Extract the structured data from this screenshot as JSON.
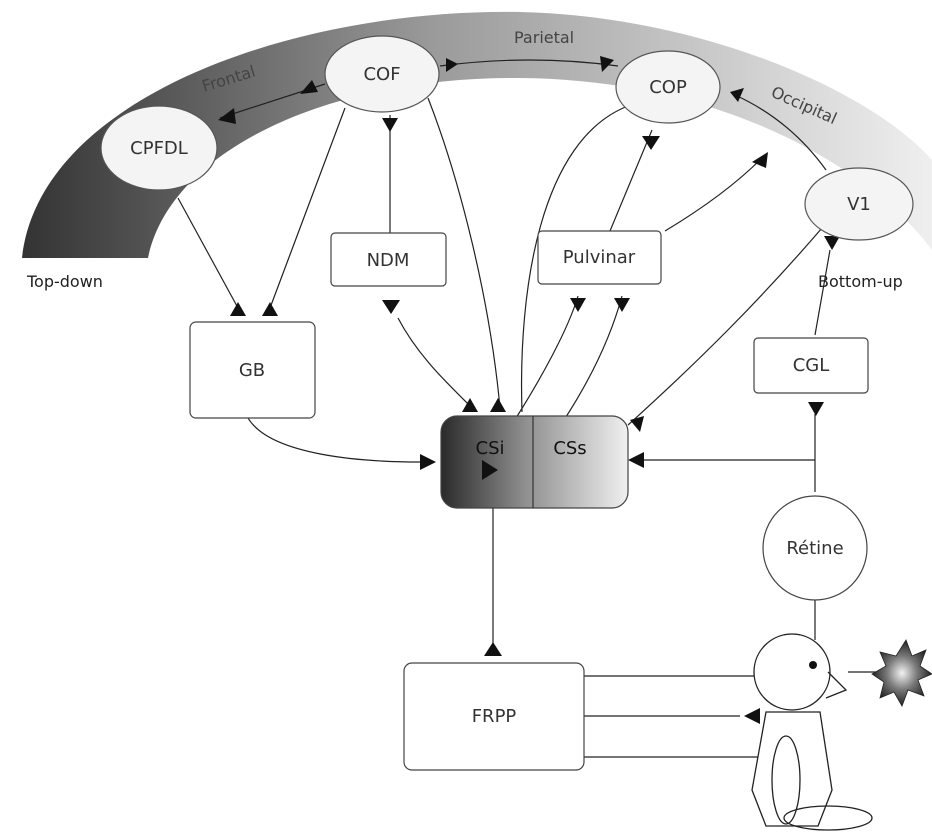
{
  "labels": {
    "top_down": "Top-down",
    "bottom_up": "Bottom-up"
  },
  "regions": {
    "frontal": "Frontal",
    "parietal": "Parietal",
    "occipital": "Occipital"
  },
  "nodes": {
    "cpfdl": "CPFDL",
    "cof": "COF",
    "cop": "COP",
    "v1": "V1",
    "ndm": "NDM",
    "pulvinar": "Pulvinar",
    "gb": "GB",
    "cgl": "CGL",
    "csi": "CSi",
    "css": "CSs",
    "retine": "Rétine",
    "frpp": "FRPP"
  },
  "colors": {
    "arc_dark": "#3a3a3a",
    "arc_light": "#ececec",
    "cs_dark": "#2a2a2a",
    "cs_light": "#f0f0f0",
    "line": "#222222"
  }
}
